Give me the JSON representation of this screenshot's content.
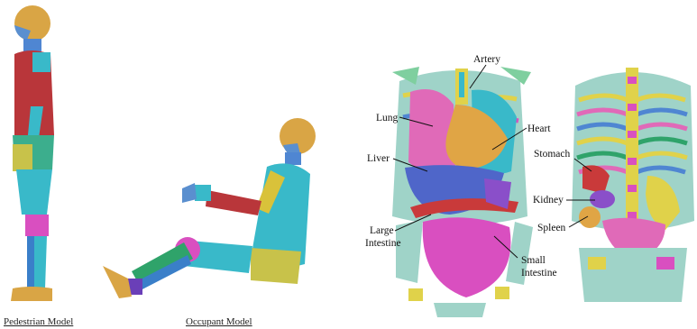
{
  "captions": {
    "pedestrian": "Pedestrian Model",
    "occupant": "Occupant Model"
  },
  "organs": {
    "artery": "Artery",
    "lung": "Lung",
    "heart": "Heart",
    "liver": "Liver",
    "stomach": "Stomach",
    "kidney": "Kidney",
    "spleen": "Spleen",
    "large_intestine_1": "Large",
    "large_intestine_2": "Intestine",
    "small_intestine_1": "Small",
    "small_intestine_2": "Intestine"
  }
}
